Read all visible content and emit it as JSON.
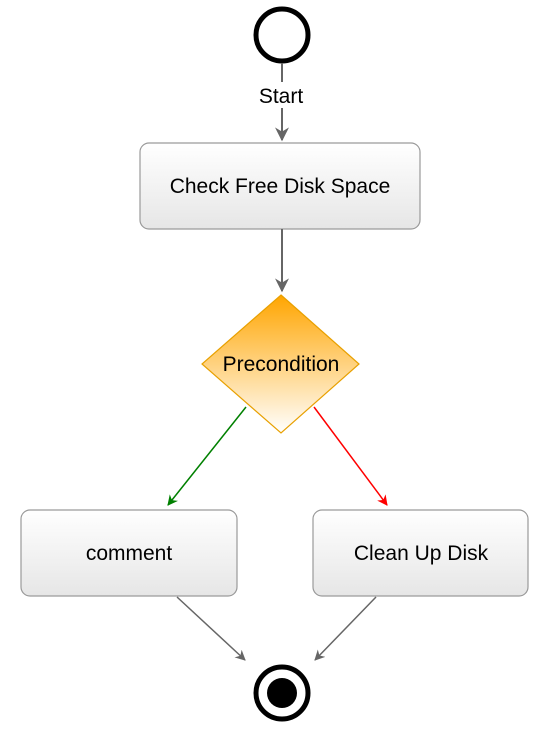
{
  "diagram": {
    "start_label": "Start",
    "nodes": {
      "check": "Check Free Disk Space",
      "precondition": "Precondition",
      "comment": "comment",
      "cleanup": "Clean Up Disk"
    },
    "colors": {
      "edge_default": "#666666",
      "edge_true": "#008000",
      "edge_false": "#ff0000",
      "decision_top": "#ffa500",
      "decision_bottom": "#ffffff",
      "decision_border": "#e8a000",
      "box_top": "#ffffff",
      "box_bottom": "#e6e6e6",
      "box_border": "#9a9a9a"
    }
  }
}
